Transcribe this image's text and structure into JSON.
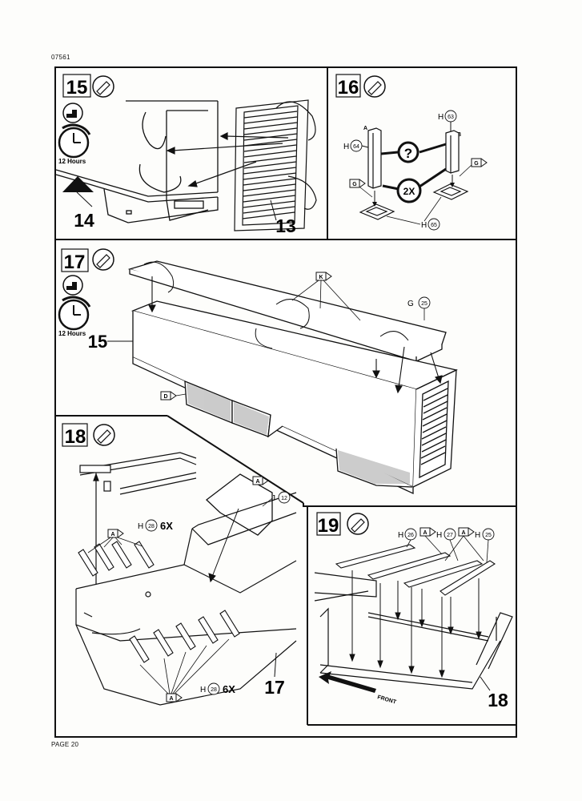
{
  "header": {
    "code": "07561"
  },
  "footer": {
    "page": "PAGE 20"
  },
  "steps": {
    "s15": {
      "number": "15",
      "time": "12 Hours",
      "part_a": "14",
      "part_b": "13"
    },
    "s16": {
      "number": "16",
      "part_top": "H",
      "part_top_num": "63",
      "label_b": "B",
      "label_a": "A",
      "part_left": "H",
      "part_left_num": "64",
      "question": "?",
      "multiplier": "2X",
      "glue_letter_left": "G",
      "glue_letter_right": "G",
      "part_bottom": "H",
      "part_bottom_num": "65"
    },
    "s17": {
      "number": "17",
      "time": "12 Hours",
      "part_main": "15",
      "decal_k": "K",
      "part_g": "G",
      "part_g_num": "25",
      "decal_d": "D"
    },
    "s18": {
      "number": "18",
      "decal_a_top": "A",
      "part_j": "J",
      "part_j_num": "12",
      "part_h_top": "H",
      "part_h_top_num": "28",
      "qty_top": "6X",
      "decal_a_left": "A",
      "part_h_bottom": "H",
      "part_h_bottom_num": "28",
      "qty_bottom": "6X",
      "decal_a_bottom": "A",
      "part_main": "17"
    },
    "s19": {
      "number": "19",
      "h26": "H",
      "h26_num": "26",
      "decal_a1": "A",
      "h27": "H",
      "h27_num": "27",
      "decal_a2": "A",
      "h25": "H",
      "h25_num": "25",
      "front": "FRONT",
      "part_main": "18"
    }
  }
}
